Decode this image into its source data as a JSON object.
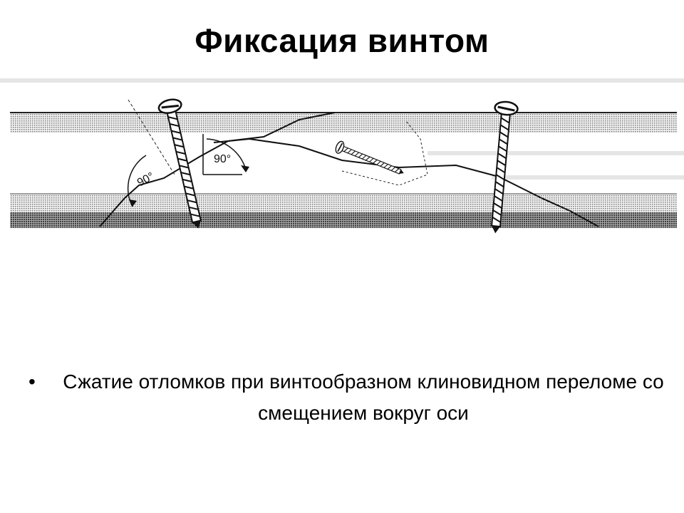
{
  "slide": {
    "title": "Фиксация винтом",
    "bullet_symbol": "•",
    "bullet_text": "Сжатие отломков при винтообразном клиновидном переломе со смещением вокруг оси"
  },
  "figure": {
    "angle_label_left": "90°",
    "angle_label_right": "90°",
    "colors": {
      "line": "#111111",
      "band": "#9a9a9a",
      "band_dark": "#555555"
    },
    "icons": [
      "screw-left-icon",
      "screw-center-icon",
      "screw-right-icon"
    ]
  }
}
